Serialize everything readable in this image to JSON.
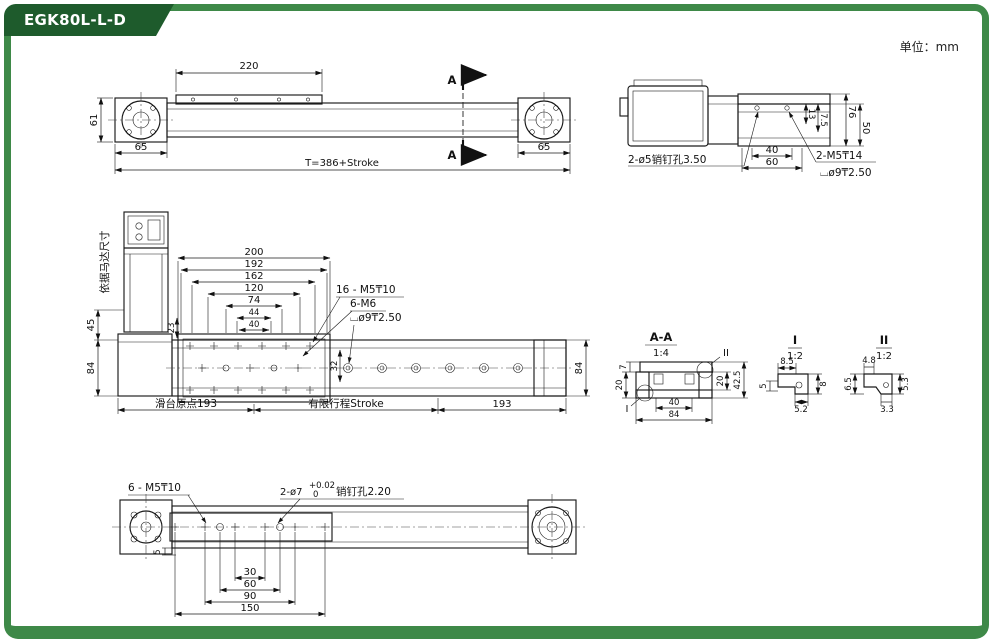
{
  "colors": {
    "frame_green": "#3E8948",
    "tab_green": "#1E5B2C"
  },
  "header": {
    "title": "EGK80L-L-D",
    "unit": "单位：mm"
  },
  "side_view": {
    "dim_carriage": "220",
    "dim_height": "61",
    "dim_end_left": "65",
    "dim_end_right": "65",
    "dim_total": "T=386+Stroke",
    "section_a_top": "A",
    "section_a_bottom": "A"
  },
  "end_view": {
    "dim_h76": "76",
    "dim_h50": "50",
    "dim_13": "13",
    "dim_75": "7.5",
    "dim_40": "40",
    "dim_60": "60",
    "callout_pin": "2-ø5销钉孔3.50",
    "callout_screw": "2-M5₸14",
    "callout_cbore": "⌴ø9₸2.50"
  },
  "plan_view": {
    "motor_note": "依据马达尺寸",
    "dim_45": "45",
    "dim_84_left": "84",
    "dim_23": "23",
    "chain": [
      "200",
      "192",
      "162",
      "120",
      "74",
      "44",
      "40"
    ],
    "callout_m5": "16 - M5₸10",
    "callout_m6": "6-M6",
    "callout_cbore": "⌴ø9₸2.50",
    "dim_32": "32",
    "dim_84_right": "84",
    "dim_origin": "滑台原点193",
    "dim_stroke": "有限行程Stroke",
    "dim_193": "193"
  },
  "section_view": {
    "title": "A-A",
    "scale": "1:4",
    "dim_7": "7",
    "dim_20_left": "20",
    "dim_20_right": "20",
    "dim_425": "42.5",
    "dim_40": "40",
    "dim_84": "84",
    "marker_1": "I",
    "marker_2": "II"
  },
  "detail_1": {
    "title": "I",
    "scale": "1:2",
    "dim_top": "8.5",
    "dim_left": "5",
    "dim_bottom": "5.2",
    "dim_right": "8"
  },
  "detail_2": {
    "title": "II",
    "scale": "1:2",
    "dim_top": "4.8",
    "dim_right": "5.3",
    "dim_left": "6.5",
    "dim_bottom": "3.3"
  },
  "bottom_view": {
    "callout_m5": "6 - M5₸10",
    "callout_pin_prefix": "2-ø7",
    "tol_upper": "+0.02",
    "tol_lower": "0",
    "callout_pin_suffix": "销钉孔2.20",
    "dim_5": "5",
    "chain": [
      "30",
      "60",
      "90",
      "150"
    ]
  }
}
